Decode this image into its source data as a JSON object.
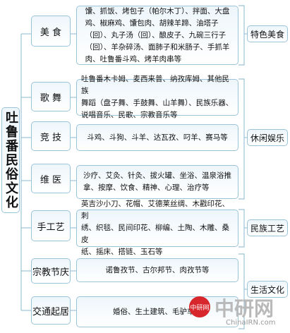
{
  "root": "吐鲁番民俗文化",
  "categories": [
    {
      "label": "美 食",
      "content": [
        "馕、抓饭、烤包子（帕尔木丁）、拌面、大盘",
        "鸡、椒麻鸡、馕包肉、胡辣羊蹄、油塔子",
        "（回）、丸子汤（回）、酿皮子、九碗三行子",
        "（回）、羊杂碎汤、面肺子和米肠子、手抓羊",
        "肉、吐鲁番斗鸡、烤羊肉串等"
      ]
    },
    {
      "label": "歌 舞",
      "content": [
        "吐鲁番木卡姆、麦西来普、纳孜库姆、其他民族",
        "舞蹈（盘子舞、手鼓舞、山羊舞）、民族乐器、",
        "说唱音乐、民歌、宗教音乐等"
      ]
    },
    {
      "label": "竞 技",
      "content": [
        "斗鸡、斗狗、斗羊、达瓦孜、叼羊、赛马等"
      ]
    },
    {
      "label": "维 医",
      "content": [
        "沙疗、艾灸、针灸、拔火罐、坐浴、温泉浴推",
        "拿、按摩、饮食、精神、心理、治疗等"
      ]
    },
    {
      "label": "手工艺",
      "content": [
        "英吉沙小刀、花帽、艾德莱丝绸、木戳印花、刺",
        "绣、织毯、民间印花、柳编、土陶、木雕、桑皮",
        "纸、摇床、搭链、玉石等"
      ]
    },
    {
      "label": "宗教节庆",
      "content": [
        "诺鲁孜节、古尔邦节、肉孜节等"
      ]
    },
    {
      "label": "交通起居",
      "content": [
        "婚俗、生土建筑、毛驴车、"
      ]
    }
  ],
  "groups": [
    "特色美食",
    "休闲娱乐",
    "民族工艺",
    "生活文化"
  ],
  "watermark": {
    "logo": "中研网",
    "cn": "中研网",
    "en": "ChinaIRN.com"
  }
}
